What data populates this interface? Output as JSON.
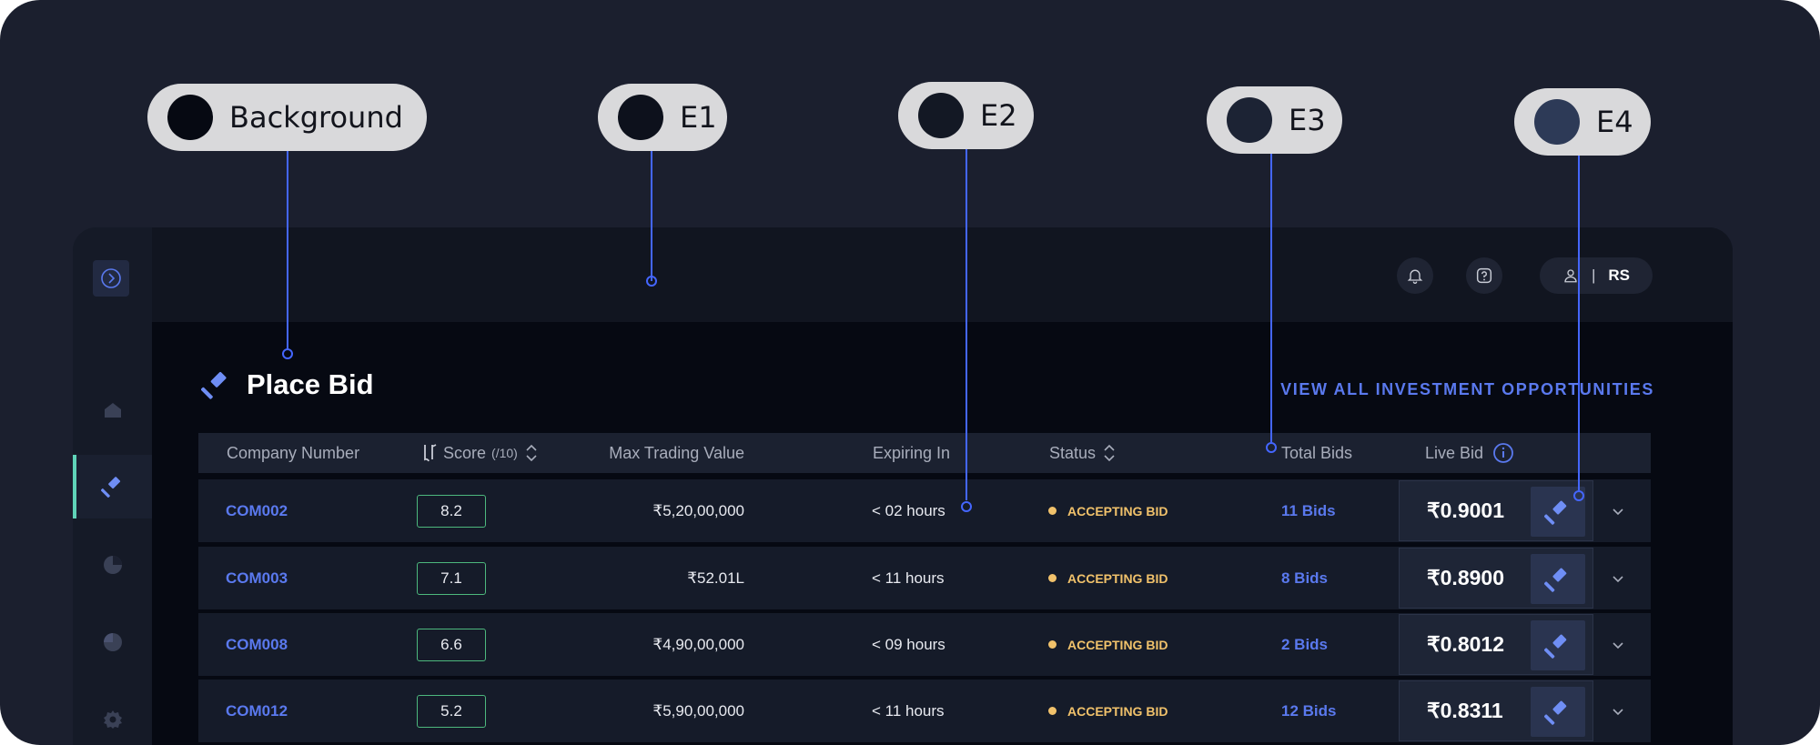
{
  "swatches": [
    {
      "label": "Background",
      "color": "#060912"
    },
    {
      "label": "E1",
      "color": "#0d111c"
    },
    {
      "label": "E2",
      "color": "#131824"
    },
    {
      "label": "E3",
      "color": "#1c2334"
    },
    {
      "label": "E4",
      "color": "#2d3a57"
    }
  ],
  "topbar": {
    "user_initials": "RS",
    "separator": "|"
  },
  "page": {
    "title": "Place Bid",
    "view_all_link": "VIEW ALL INVESTMENT OPPORTUNITIES"
  },
  "table": {
    "headers": {
      "company": "Company Number",
      "score": "Score",
      "score_scale": "(/10)",
      "max_value": "Max Trading Value",
      "expiring": "Expiring In",
      "status": "Status",
      "total_bids": "Total Bids",
      "live_bid": "Live Bid"
    },
    "rows": [
      {
        "company": "COM002",
        "score": "8.2",
        "max_value": "₹5,20,00,000",
        "expiring": "< 02 hours",
        "status": "ACCEPTING BID",
        "bids": "11 Bids",
        "live_bid": "₹0.9001"
      },
      {
        "company": "COM003",
        "score": "7.1",
        "max_value": "₹52.01L",
        "expiring": "< 11 hours",
        "status": "ACCEPTING BID",
        "bids": "8 Bids",
        "live_bid": "₹0.8900"
      },
      {
        "company": "COM008",
        "score": "6.6",
        "max_value": "₹4,90,00,000",
        "expiring": "< 09 hours",
        "status": "ACCEPTING BID",
        "bids": "2 Bids",
        "live_bid": "₹0.8012"
      },
      {
        "company": "COM012",
        "score": "5.2",
        "max_value": "₹5,90,00,000",
        "expiring": "< 11 hours",
        "status": "ACCEPTING BID",
        "bids": "12 Bids",
        "live_bid": "₹0.8311"
      }
    ]
  },
  "colors": {
    "accent": "#5a79ee",
    "status_accepting": "#f1c26b",
    "score_border": "#4db87d",
    "nav_active": "#5fd3b8"
  }
}
